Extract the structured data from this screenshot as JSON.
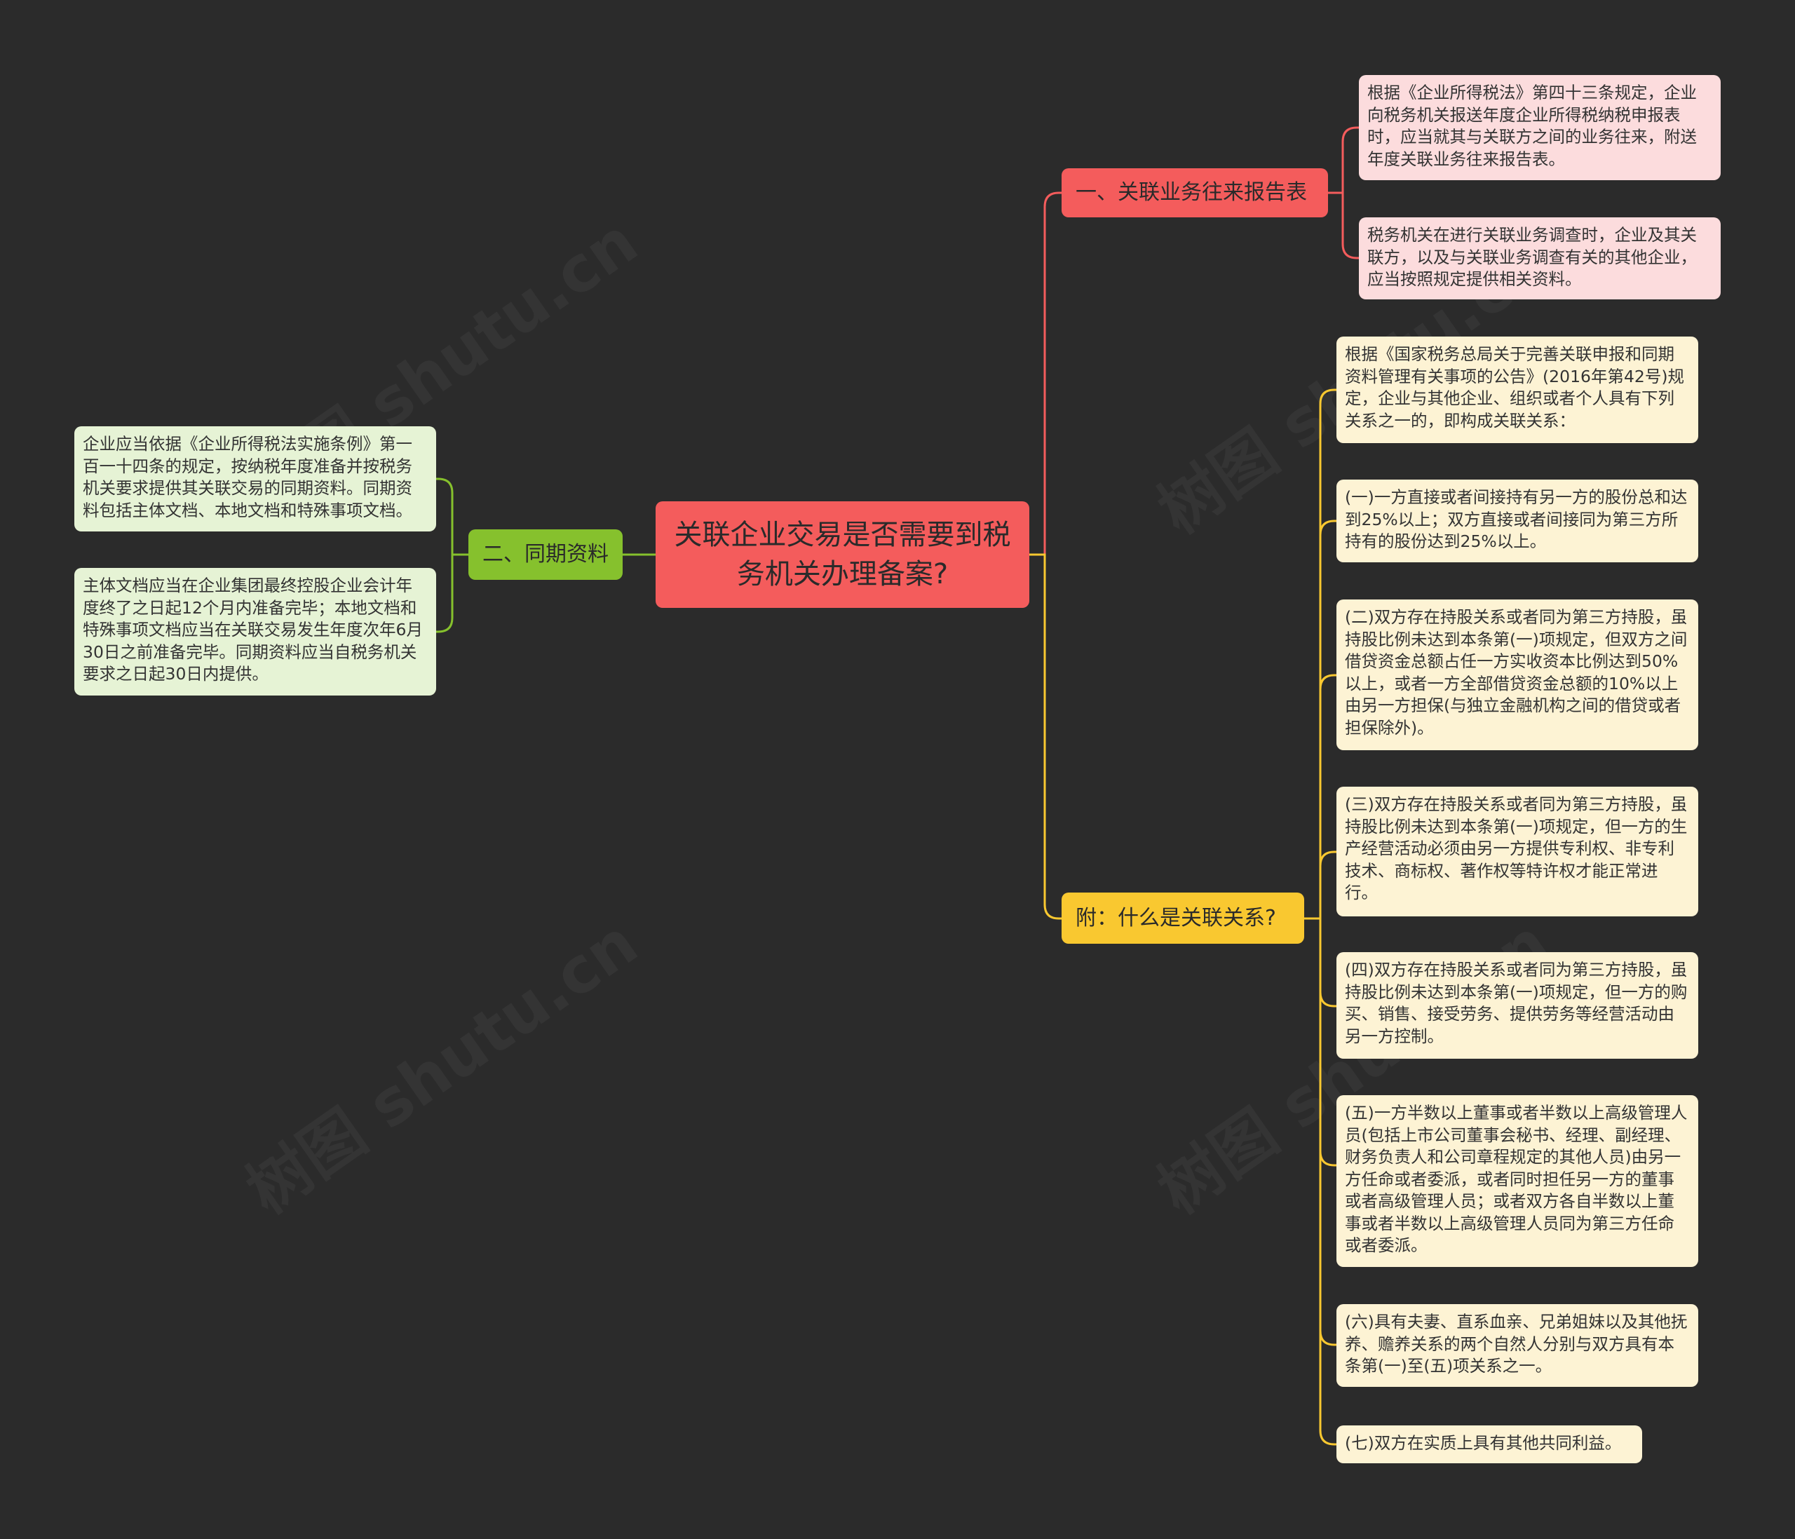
{
  "root": {
    "title": "关联企业交易是否需要到税务机关办理备案?"
  },
  "branches": {
    "report": {
      "label": "一、关联业务往来报告表",
      "leaves": [
        "根据《企业所得税法》第四十三条规定，企业向税务机关报送年度企业所得税纳税申报表时，应当就其与关联方之间的业务往来，附送年度关联业务往来报告表。",
        "税务机关在进行关联业务调查时，企业及其关联方，以及与关联业务调查有关的其他企业，应当按照规定提供相关资料。"
      ]
    },
    "relation": {
      "label": "附：什么是关联关系?",
      "leaves": [
        "根据《国家税务总局关于完善关联申报和同期资料管理有关事项的公告》(2016年第42号)规定，企业与其他企业、组织或者个人具有下列关系之一的，即构成关联关系：",
        "(一)一方直接或者间接持有另一方的股份总和达到25%以上；双方直接或者间接同为第三方所持有的股份达到25%以上。",
        "(二)双方存在持股关系或者同为第三方持股，虽持股比例未达到本条第(一)项规定，但双方之间借贷资金总额占任一方实收资本比例达到50%以上，或者一方全部借贷资金总额的10%以上由另一方担保(与独立金融机构之间的借贷或者担保除外)。",
        "(三)双方存在持股关系或者同为第三方持股，虽持股比例未达到本条第(一)项规定，但一方的生产经营活动必须由另一方提供专利权、非专利技术、商标权、著作权等特许权才能正常进行。",
        "(四)双方存在持股关系或者同为第三方持股，虽持股比例未达到本条第(一)项规定，但一方的购买、销售、接受劳务、提供劳务等经营活动由另一方控制。",
        "(五)一方半数以上董事或者半数以上高级管理人员(包括上市公司董事会秘书、经理、副经理、财务负责人和公司章程规定的其他人员)由另一方任命或者委派，或者同时担任另一方的董事或者高级管理人员；或者双方各自半数以上董事或者半数以上高级管理人员同为第三方任命或者委派。",
        "(六)具有夫妻、直系血亲、兄弟姐妹以及其他抚养、赡养关系的两个自然人分别与双方具有本条第(一)至(五)项关系之一。",
        "(七)双方在实质上具有其他共同利益。"
      ]
    },
    "docs": {
      "label": "二、同期资料",
      "leaves": [
        "企业应当依据《企业所得税法实施条例》第一百一十四条的规定，按纳税年度准备并按税务机关要求提供其关联交易的同期资料。同期资料包括主体文档、本地文档和特殊事项文档。",
        "主体文档应当在企业集团最终控股企业会计年度终了之日起12个月内准备完毕；本地文档和特殊事项文档应当在关联交易发生年度次年6月30日之前准备完毕。同期资料应当自税务机关要求之日起30日内提供。"
      ]
    }
  },
  "colors": {
    "background": "#2b2b2b",
    "red": "#f45c5c",
    "yellow": "#f9c830",
    "green": "#86c12d"
  }
}
